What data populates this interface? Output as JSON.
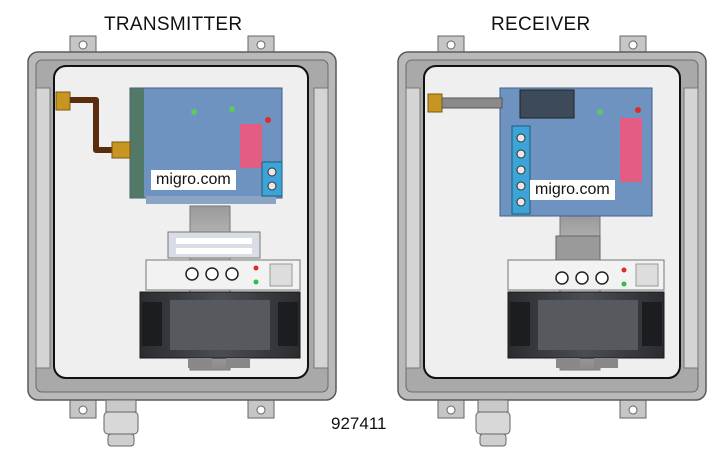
{
  "figure": {
    "part_number": "927411",
    "colors": {
      "enclosure": "#b9b9b9",
      "enclosure_inner": "#efefef",
      "circuit_board": "#6e93c1",
      "power_supply": "#3a3d42",
      "antenna_cable": "#5a2d0c"
    }
  },
  "transmitter": {
    "title": "TRANSMITTER",
    "board_label": "migro.com"
  },
  "receiver": {
    "title": "RECEIVER",
    "board_label": "migro.com"
  }
}
